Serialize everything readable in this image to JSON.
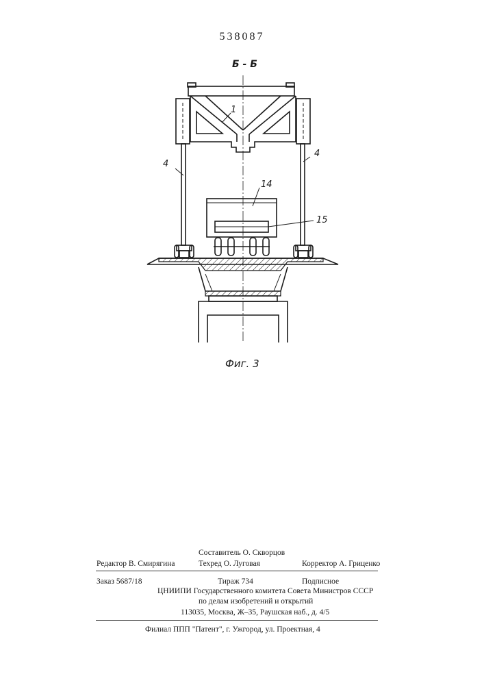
{
  "patent_number": "538087",
  "drawing": {
    "section_label": "Б - Б",
    "figure_caption": "Фиг. 3",
    "callouts": [
      "1",
      "4",
      "4",
      "14",
      "15"
    ]
  },
  "colophon": {
    "compiler_label": "Составитель",
    "compiler_name": "О. Скворцов",
    "editor_label": "Редактор",
    "editor_name": "В. Смирягина",
    "techred_label": "Техред",
    "techred_name": "О. Луговая",
    "corrector_label": "Корректор",
    "corrector_name": "А. Гриценко",
    "order_label": "Заказ",
    "order_number": "5687/18",
    "circulation_label": "Тираж",
    "circulation": "734",
    "subscription": "Подписное",
    "org_line1": "ЦНИИПИ Государственного комитета Совета Министров СССР",
    "org_line2": "по делам изобретений и открытий",
    "address": "113035, Москва, Ж–35, Раушская наб., д. 4/5",
    "branch": "Филиал ППП \"Патент\", г. Ужгород, ул. Проектная, 4"
  }
}
